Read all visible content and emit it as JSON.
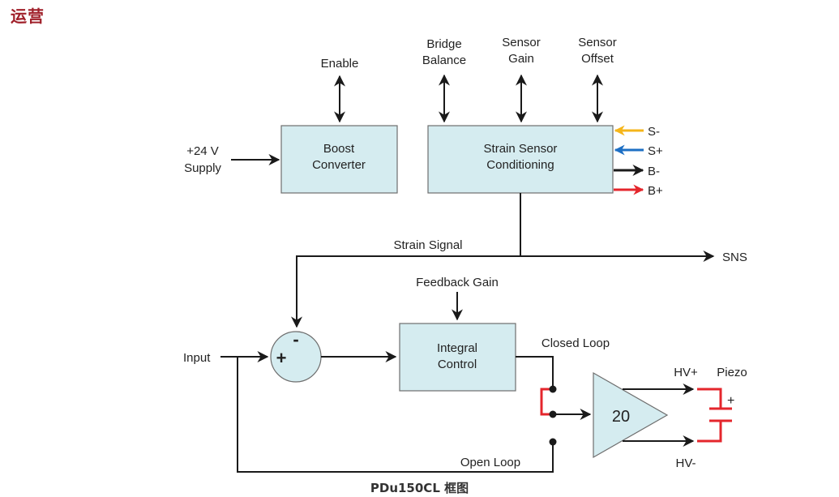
{
  "heading": "运营",
  "caption": "PDu150CL 框图",
  "colors": {
    "heading": "#a0202a",
    "block_fill": "#d5ecf0",
    "s_minus": "#f5b51a",
    "s_plus": "#1d6fc4",
    "b_minus": "#1a1a1a",
    "b_plus": "#e4262c",
    "switch": "#e4262c"
  },
  "blocks": {
    "boost": [
      "Boost",
      "Converter"
    ],
    "strain": [
      "Strain Sensor",
      "Conditioning"
    ],
    "integral": [
      "Integral",
      "Control"
    ],
    "amplifier_gain": "20",
    "summer_plus": "+",
    "summer_minus": "-"
  },
  "labels": {
    "supply": [
      "+24 V",
      "Supply"
    ],
    "enable": "Enable",
    "bridge_balance": [
      "Bridge",
      "Balance"
    ],
    "sensor_gain": [
      "Sensor",
      "Gain"
    ],
    "sensor_offset": [
      "Sensor",
      "Offset"
    ],
    "s_minus": "S-",
    "s_plus": "S+",
    "b_minus": "B-",
    "b_plus": "B+",
    "strain_signal": "Strain Signal",
    "sns": "SNS",
    "feedback_gain": "Feedback Gain",
    "input": "Input",
    "closed_loop": "Closed Loop",
    "open_loop": "Open Loop",
    "hv_plus": "HV+",
    "hv_minus": "HV-",
    "piezo": "Piezo",
    "piezo_plus": "+"
  }
}
